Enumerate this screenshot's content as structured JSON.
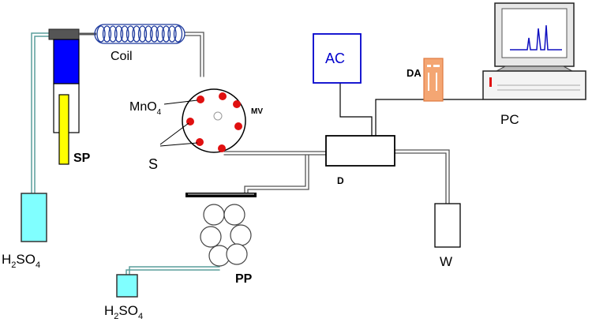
{
  "labels": {
    "coil": "Coil",
    "syringe_pump": "SP",
    "h2so4_reservoir": {
      "main": "H",
      "sub1": "2",
      "mid": "SO",
      "sub2": "4"
    },
    "h2so4_bottom": {
      "main": "H",
      "sub1": "2",
      "mid": "SO",
      "sub2": "4"
    },
    "permanganate": {
      "main": "MnO",
      "sub": "4"
    },
    "sample": "S",
    "multiport_valve": "MV",
    "peristaltic_pump": "PP",
    "detector": "D",
    "waste": "W",
    "ac": "AC",
    "data_acquisition": "DA",
    "computer": "PC"
  },
  "colors": {
    "tubing": "#5a9e9b",
    "reservoir": "#80ffff",
    "syringe_barrel": "#0000ff",
    "syringe_plunger": "#ffff00",
    "valve_ports": "#e01010",
    "ac_box": "#0000cc",
    "da_unit": "#f4a673",
    "coil": "#1e3a9e"
  },
  "icons": {
    "pc": "computer-monitor-icon",
    "da": "data-acquisition-icon"
  }
}
